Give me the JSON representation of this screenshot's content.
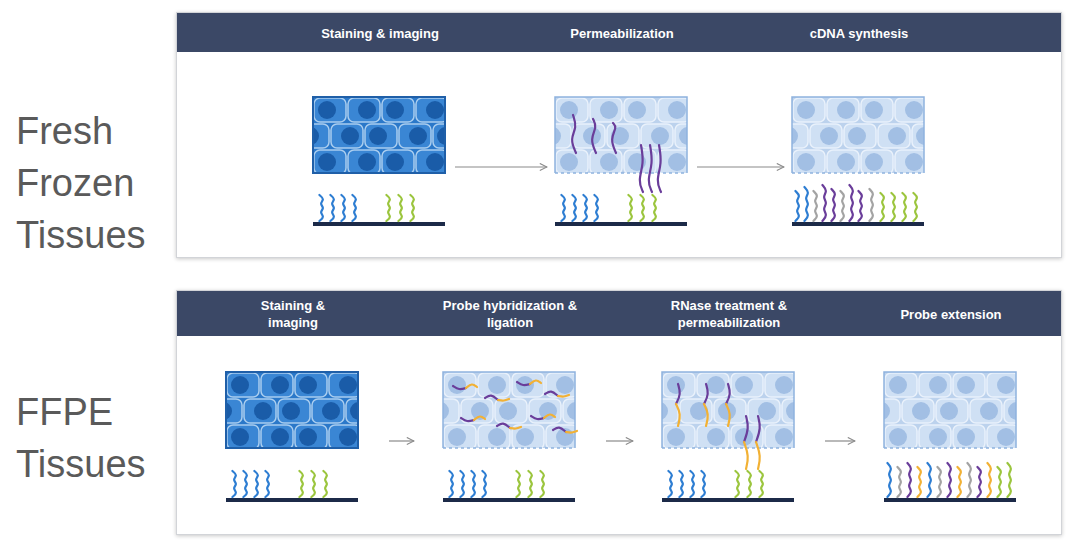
{
  "diagram": {
    "nodes": [
      {
        "text": [
          "Fresh Frozen Tissues"
        ]
      },
      {
        "text": [
          "Staining & imaging"
        ],
        "in": 0
      },
      {
        "text": [
          "Permeabilization"
        ],
        "in": 0
      },
      {
        "text": [
          "cDNA synthesis"
        ],
        "in": 0
      },
      {
        "text": [
          "FFPE Tissues"
        ]
      },
      {
        "text": [
          "Staining & imaging"
        ],
        "in": 4
      },
      {
        "text": [
          "Probe hybridization & ligation"
        ],
        "in": 4
      },
      {
        "text": [
          "RNase treatment & permeabilization"
        ],
        "in": 4
      },
      {
        "text": [
          "Probe extension"
        ],
        "in": 4
      }
    ],
    "edges": [
      {
        "from": 1,
        "to": 2,
        "arrow": "to"
      },
      {
        "from": 2,
        "to": 3,
        "arrow": "to"
      },
      {
        "from": 5,
        "to": 6,
        "arrow": "to"
      },
      {
        "from": 6,
        "to": 7,
        "arrow": "to"
      },
      {
        "from": 7,
        "to": 8,
        "arrow": "to"
      }
    ]
  }
}
